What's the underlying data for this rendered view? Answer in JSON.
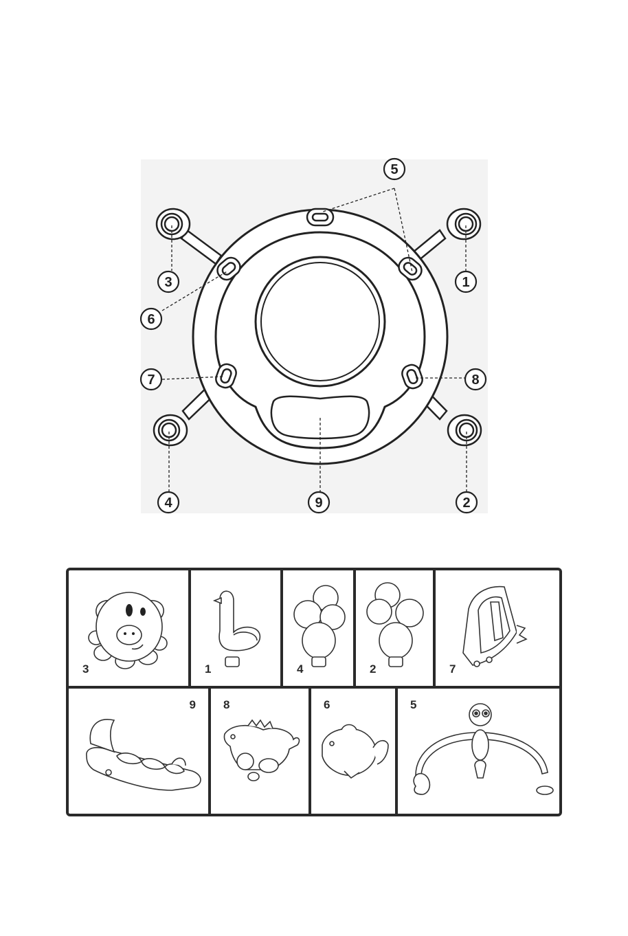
{
  "diagram": {
    "callouts": {
      "c1": "1",
      "c2": "2",
      "c3": "3",
      "c4": "4",
      "c5": "5",
      "c6": "6",
      "c7": "7",
      "c8": "8",
      "c9": "9"
    }
  },
  "parts_grid": {
    "row1": [
      {
        "label": "3",
        "icon": "cow-toy-icon"
      },
      {
        "label": "1",
        "icon": "bird-toy-icon"
      },
      {
        "label": "4",
        "icon": "bead-rattle-icon"
      },
      {
        "label": "2",
        "icon": "bead-rattle-icon"
      },
      {
        "label": "7",
        "icon": "book-toy-icon"
      }
    ],
    "row2": [
      {
        "label": "9",
        "icon": "seat-tray-icon"
      },
      {
        "label": "8",
        "icon": "dinosaur-toy-icon"
      },
      {
        "label": "6",
        "icon": "fish-toy-icon"
      },
      {
        "label": "5",
        "icon": "monkey-arch-icon"
      }
    ]
  }
}
